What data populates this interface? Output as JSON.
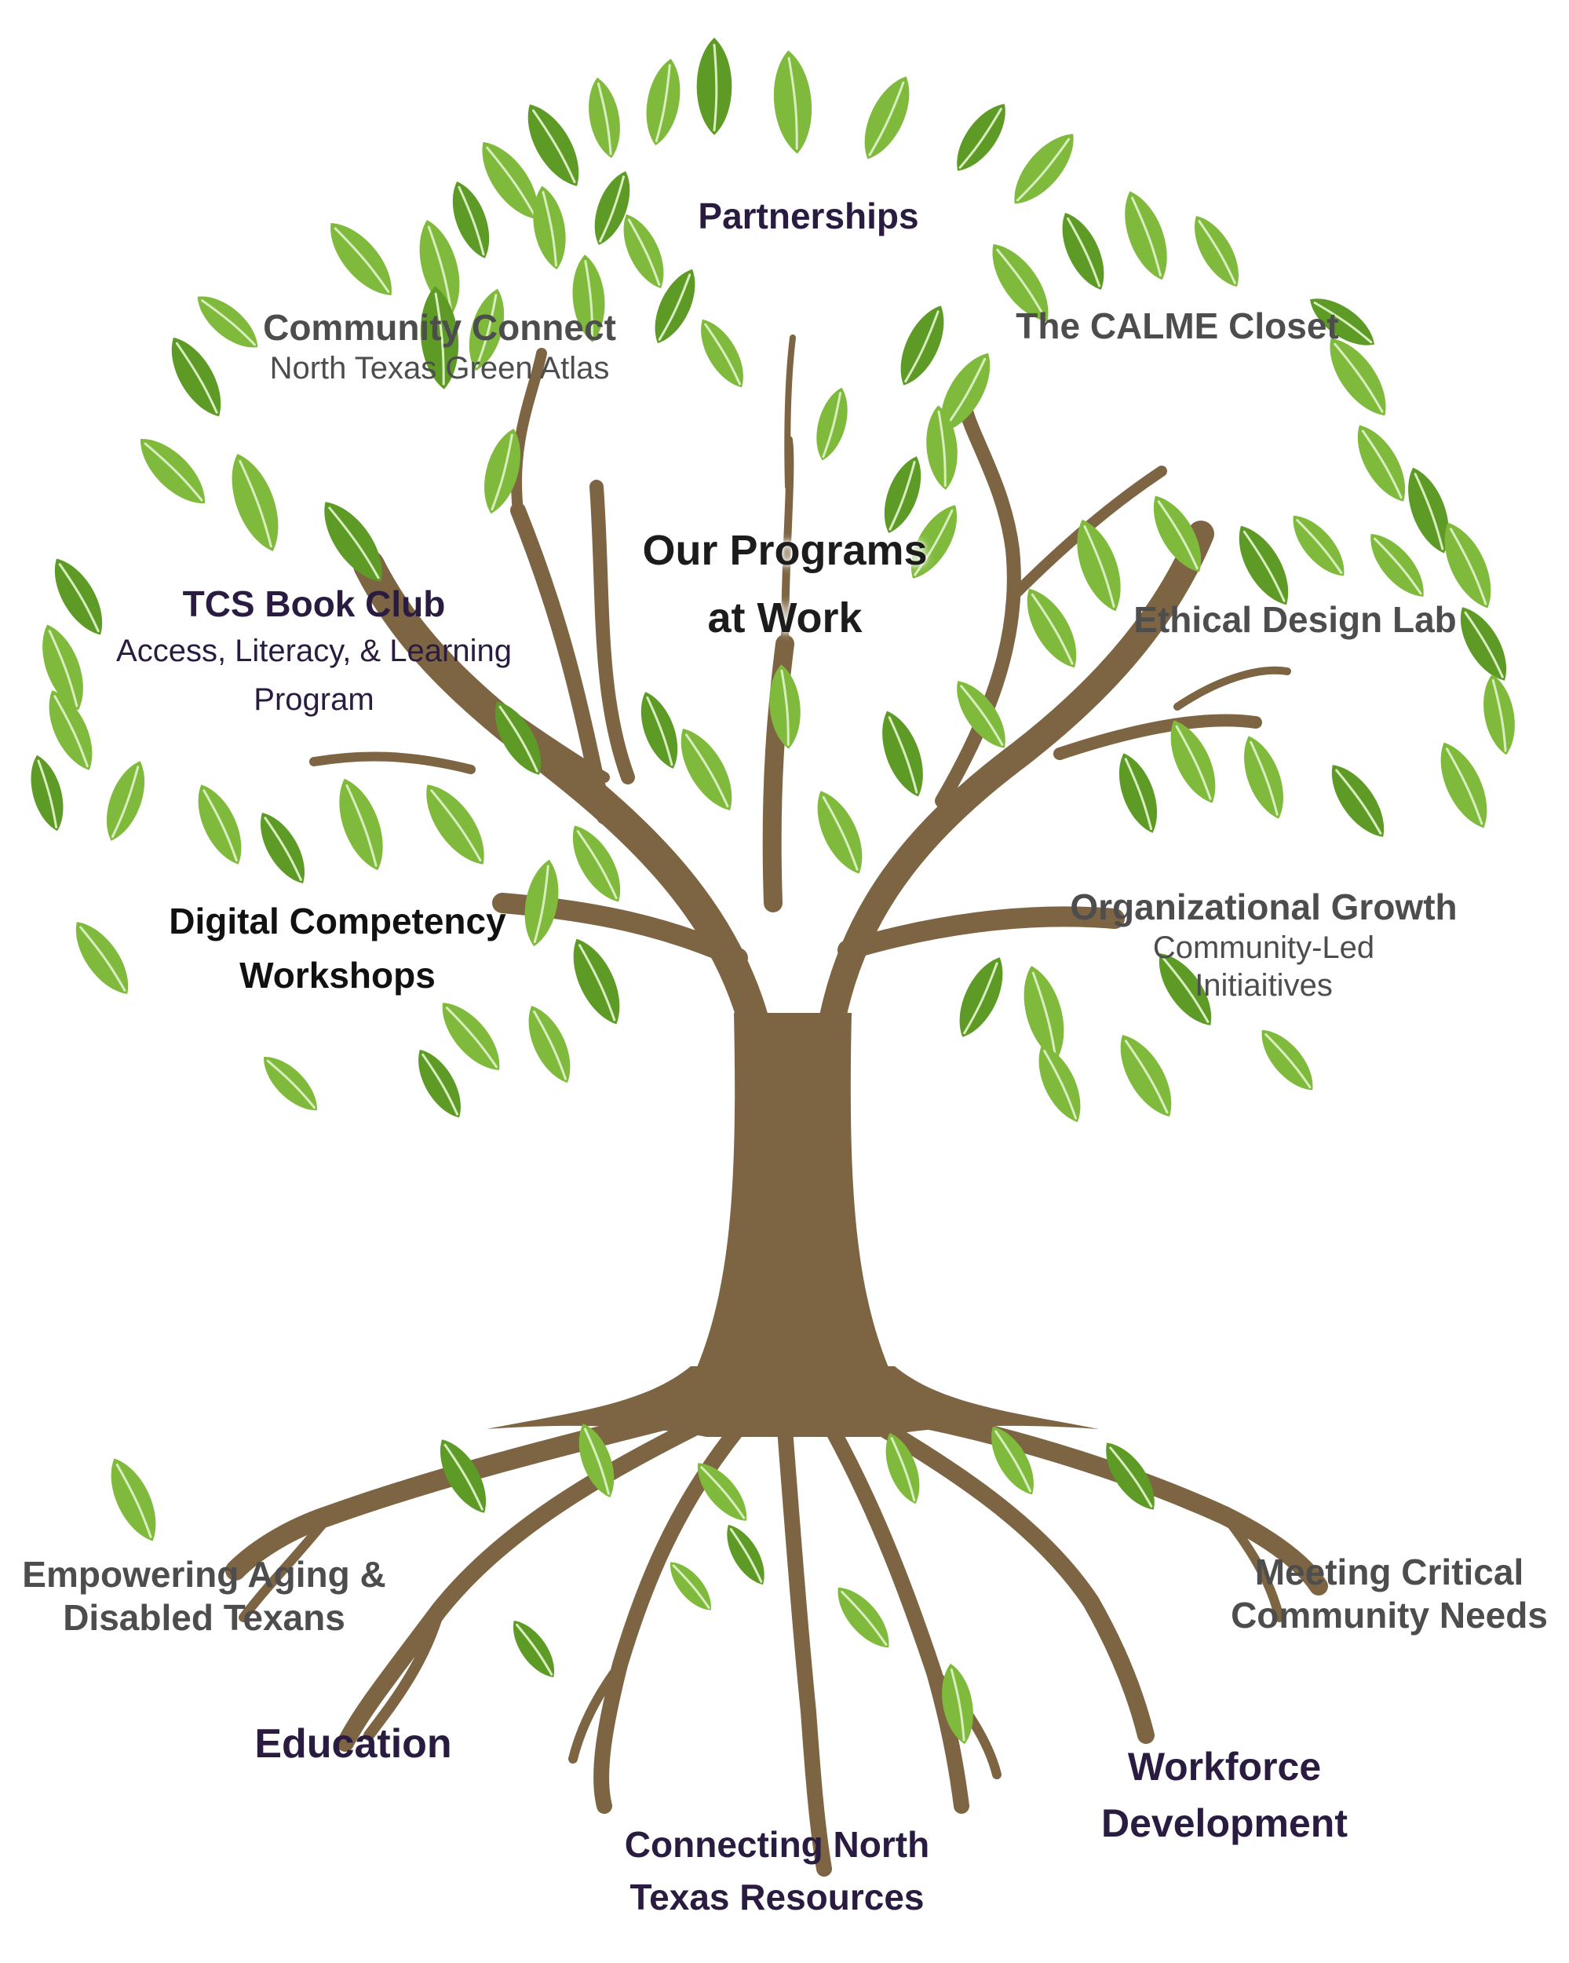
{
  "center": {
    "line1": "Our Programs",
    "line2": "at Work"
  },
  "branches": {
    "partnerships": {
      "title": "Partnerships"
    },
    "community_connect": {
      "title": "Community Connect",
      "subtitle": "North Texas Green Atlas"
    },
    "calme_closet": {
      "title": "The CALME Closet"
    },
    "tcs_book_club": {
      "title": "TCS Book Club",
      "subtitle1": "Access, Literacy, & Learning",
      "subtitle2": "Program"
    },
    "ethical_design_lab": {
      "title": "Ethical Design Lab"
    },
    "digital_competency": {
      "line1": "Digital Competency",
      "line2": "Workshops"
    },
    "organizational_growth": {
      "title": "Organizational Growth",
      "subtitle1": "Community-Led",
      "subtitle2": "Initiaitives"
    }
  },
  "roots": {
    "empowering": {
      "line1": "Empowering Aging &",
      "line2": "Disabled Texans"
    },
    "education": {
      "title": "Education"
    },
    "connecting": {
      "line1": "Connecting North",
      "line2": "Texas Resources"
    },
    "workforce": {
      "line1": "Workforce",
      "line2": "Development"
    },
    "meeting_needs": {
      "line1": "Meeting Critical",
      "line2": "Community Needs"
    }
  },
  "colors": {
    "leaf": "#7fba3c",
    "leaf_dark": "#5e9a26",
    "trunk": "#7d6543",
    "text_dark": "#2a1c40"
  }
}
